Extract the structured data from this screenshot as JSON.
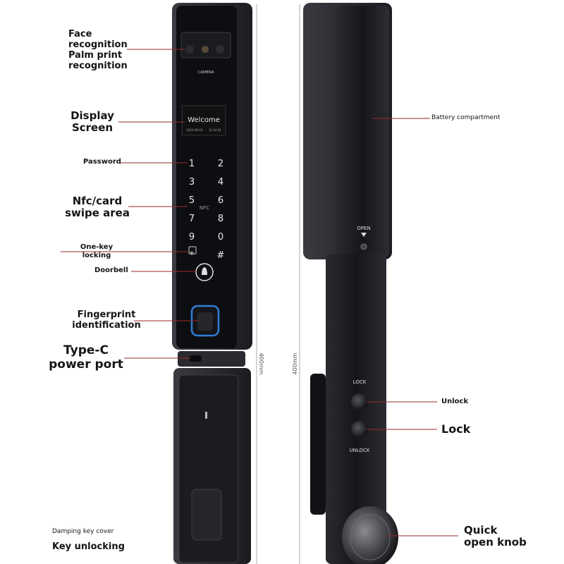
{
  "labels": {
    "face_palm": "Face\nrecognition\nPalm print\nrecognition",
    "display": "Display\nScreen",
    "password": "Password",
    "nfc": "Nfc/card\nswipe area",
    "one_key": "One-key\nlocking",
    "doorbell": "Doorbell",
    "fingerprint": "Fingerprint\nidentification",
    "typec": "Type-C\npower port",
    "damping": "Damping key cover",
    "key_unlocking": "Key unlocking",
    "battery": "Battery compartment",
    "unlock": "Unlock",
    "lock": "Lock",
    "quick_knob": "Quick\nopen knob"
  },
  "device": {
    "camera_label": "CAMERA",
    "screen_welcome": "Welcome",
    "screen_date": "2024-09-10",
    "screen_time": "11:10:41",
    "keypad": [
      "1",
      "2",
      "3",
      "4",
      "5",
      "6",
      "7",
      "8",
      "9",
      "0",
      "*",
      "#"
    ],
    "nfc_tag": "NFC",
    "open_label": "OPEN",
    "lock_label": "LOCK",
    "unlock_label": "UNLOCK",
    "dimension_front": "400mm",
    "dimension_side": "400mm"
  },
  "colors": {
    "body": "#1e1f23",
    "leader_line": "#9b2a2a",
    "fingerprint_ring": "#2f7fd6"
  }
}
